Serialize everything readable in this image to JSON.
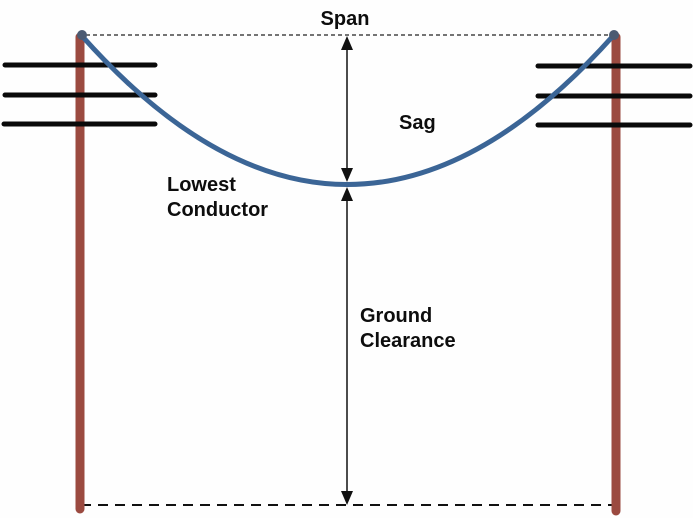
{
  "diagram": {
    "labels": {
      "span": "Span",
      "sag": "Sag",
      "lowest_conductor": [
        "Lowest",
        "Conductor"
      ],
      "ground_clearance": [
        "Ground",
        "Clearance"
      ]
    },
    "colors": {
      "pole": "#9B4A40",
      "conductor_curve": "#3B6596",
      "curve_endpoint": "#4C5B72",
      "crossarm": "#0A0A0A",
      "annotation": "#111111",
      "background": "#FEFEFE"
    }
  }
}
